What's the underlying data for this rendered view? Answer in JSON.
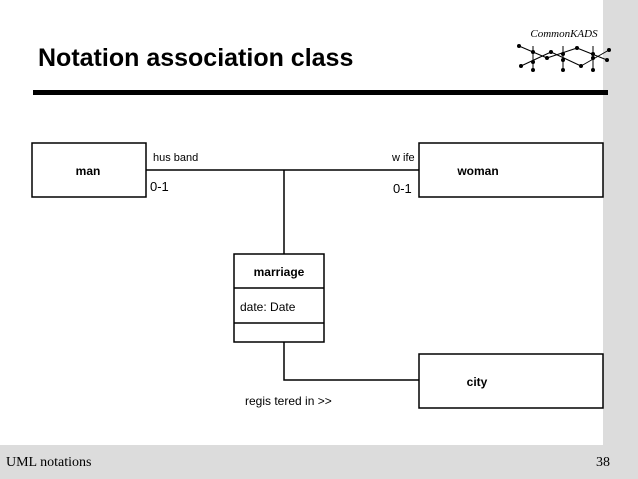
{
  "slide": {
    "title": "Notation association class",
    "logo_text": "CommonKADS",
    "footer_left": "UML notations",
    "page_number": "38"
  },
  "diagram": {
    "classes": {
      "man": "man",
      "woman": "woman",
      "marriage": "marriage",
      "marriage_attribute": "date: Date",
      "city": "city"
    },
    "association": {
      "role_left": "hus band",
      "role_right": "w ife",
      "multiplicity_left": "0-1",
      "multiplicity_right": "0-1"
    },
    "link_label": "regis tered in >>"
  }
}
